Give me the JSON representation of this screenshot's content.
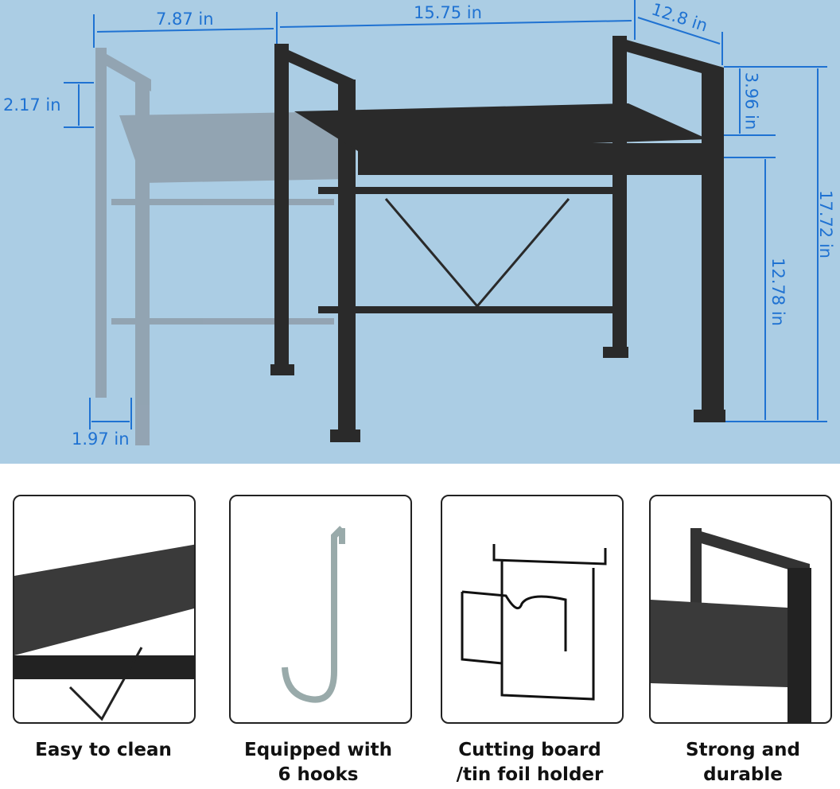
{
  "dimensions": {
    "extension_width": "7.87 in",
    "shelf_width": "15.75 in",
    "depth": "12.8 in",
    "rail_height": "2.17 in",
    "side_rail": "3.96 in",
    "total_height": "17.72 in",
    "clearance": "12.78 in",
    "holder_width": "1.97 in"
  },
  "colors": {
    "background": "#abcde4",
    "dimension": "#1f72d2"
  },
  "features": [
    {
      "label_line1": "Easy to clean",
      "label_line2": ""
    },
    {
      "label_line1": "Equipped with",
      "label_line2": "6 hooks"
    },
    {
      "label_line1": "Cutting board",
      "label_line2": "/tin foil holder"
    },
    {
      "label_line1": "Strong and",
      "label_line2": "durable"
    }
  ]
}
